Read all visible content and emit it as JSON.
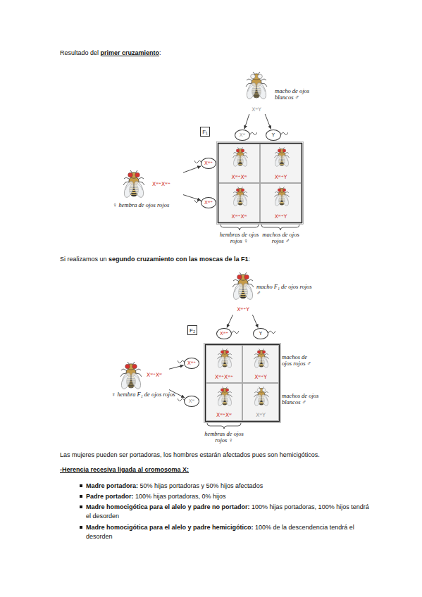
{
  "diagram": {
    "nodes": [
      {
        "text": [
          "macho de ojos blancos ♂",
          "XʷY"
        ]
      },
      {
        "text": [
          "Xʷ"
        ]
      },
      {
        "text": [
          "Y"
        ]
      },
      {
        "text": [
          "F₁"
        ]
      },
      {
        "text": [
          "Xʷ⁺Xʷ⁺",
          "♀ hembra de ojos rojos"
        ]
      },
      {
        "text": [
          "Xʷ⁺"
        ]
      },
      {
        "text": [
          "Xʷ⁺"
        ]
      },
      {
        "text": [
          "Xʷ⁺Xʷ"
        ]
      },
      {
        "text": [
          "Xʷ⁺Y"
        ]
      },
      {
        "text": [
          "Xʷ⁺Xʷ"
        ]
      },
      {
        "text": [
          "Xʷ⁺Y"
        ]
      },
      {
        "text": [
          "macho F₁ de ojos rojos ♂",
          "Xʷ⁺Y"
        ]
      },
      {
        "text": [
          "Xʷ⁺"
        ]
      },
      {
        "text": [
          "Y"
        ]
      },
      {
        "text": [
          "F₂"
        ]
      },
      {
        "text": [
          "Xʷ⁺Xʷ",
          "♀ hembra F₁ de ojos rojos"
        ]
      },
      {
        "text": [
          "Xʷ⁺"
        ]
      },
      {
        "text": [
          "Xʷ"
        ]
      },
      {
        "text": [
          "Xʷ⁺Xʷ⁺"
        ]
      },
      {
        "text": [
          "Xʷ⁺Y"
        ]
      },
      {
        "text": [
          "Xʷ⁺Xʷ"
        ]
      },
      {
        "text": [
          "XʷY"
        ]
      }
    ],
    "edges": [
      {
        "from": 0,
        "to": 1,
        "arrow": "to"
      },
      {
        "from": 0,
        "to": 2,
        "arrow": "to"
      },
      {
        "from": 4,
        "to": 5,
        "arrow": "to"
      },
      {
        "from": 4,
        "to": 6,
        "arrow": "to"
      },
      {
        "from": 11,
        "to": 12,
        "arrow": "to"
      },
      {
        "from": 11,
        "to": 13,
        "arrow": "to"
      },
      {
        "from": 15,
        "to": 16,
        "arrow": "to"
      },
      {
        "from": 15,
        "to": 17,
        "arrow": "to"
      }
    ],
    "labels": [
      "Resultado del",
      "primer cruzamiento",
      ":",
      "hembras de ojos rojos ♀",
      "machos de ojos rojos ♂",
      "Si realizamos un",
      "segundo cruzamiento con las moscas de la F1",
      ":",
      "machos de ojos rojos ♂",
      "machos de ojos blancos ♂",
      "hembras de ojos rojos ♀",
      "Las mujeres pueden ser portadoras, los hombres estarán afectados pues son hemicigóticos.",
      "-Herencia recesiva ligada al cromosoma X:",
      "Madre portadora:",
      "50% hijas portadoras y 50% hijos afectados",
      "Padre portador:",
      "100% hijas portadoras, 0% hijos",
      "Madre homocigótica para el alelo y padre no portador:",
      "100% hijas portadoras, 100% hijos tendrá el desorden",
      "Madre homocigótica para el alelo y padre hemicigótico:",
      "100% de la descendencia tendrá el desorden"
    ]
  }
}
